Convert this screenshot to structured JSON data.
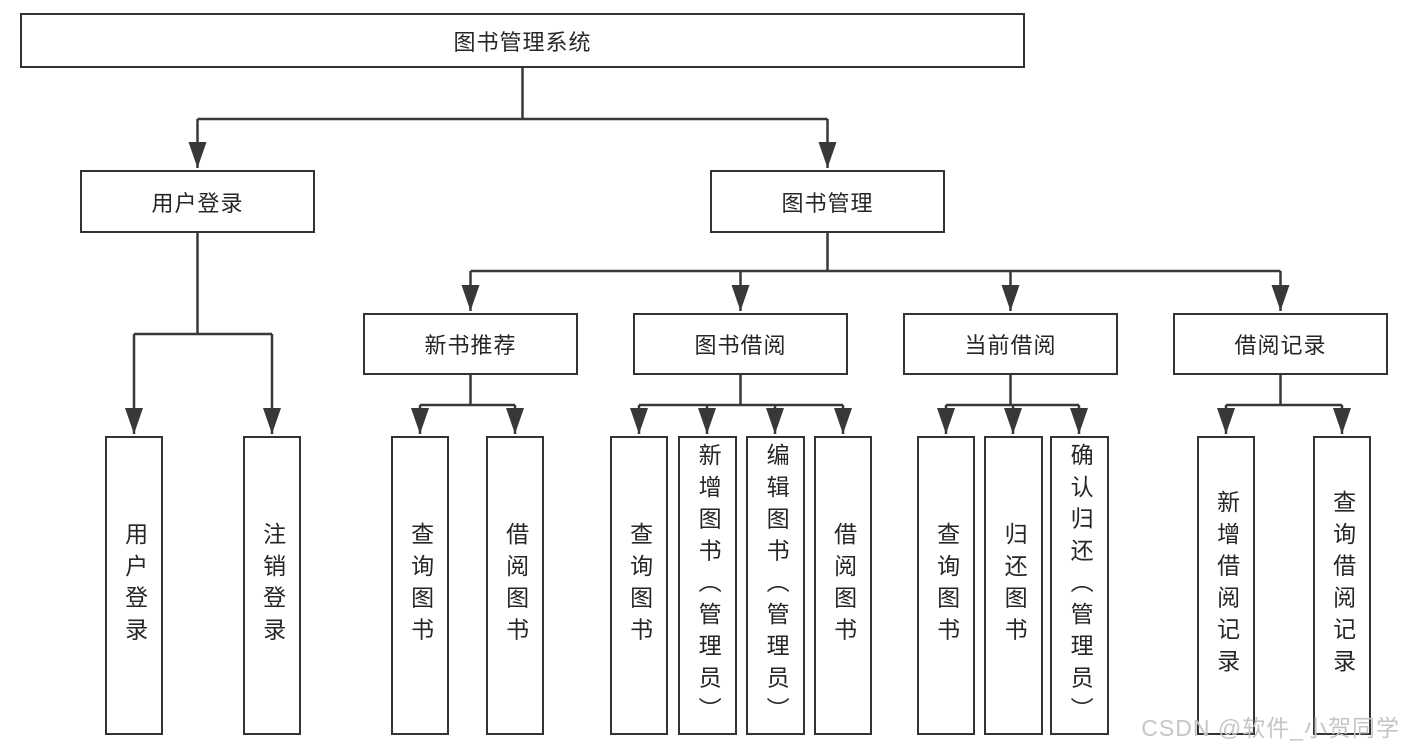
{
  "diagram": {
    "title": "图书管理系统",
    "branches": [
      {
        "label": "用户登录",
        "children": [
          {
            "label": "用户登录"
          },
          {
            "label": "注销登录"
          }
        ]
      },
      {
        "label": "图书管理",
        "children": [
          {
            "label": "新书推荐",
            "children": [
              {
                "label": "查询图书"
              },
              {
                "label": "借阅图书"
              }
            ]
          },
          {
            "label": "图书借阅",
            "children": [
              {
                "label": "查询图书"
              },
              {
                "label": "新增图书（管理员）"
              },
              {
                "label": "编辑图书（管理员）"
              },
              {
                "label": "借阅图书"
              }
            ]
          },
          {
            "label": "当前借阅",
            "children": [
              {
                "label": "查询图书"
              },
              {
                "label": "归还图书"
              },
              {
                "label": "确认归还（管理员）"
              }
            ]
          },
          {
            "label": "借阅记录",
            "children": [
              {
                "label": "新增借阅记录"
              },
              {
                "label": "查询借阅记录"
              }
            ]
          }
        ]
      }
    ]
  },
  "watermark": {
    "text": "CSDN @软件_小贺同学"
  },
  "colors": {
    "line": "#383838",
    "box_border": "#333333",
    "text": "#262626",
    "background": "#ffffff",
    "watermark": "#c3c6c9"
  }
}
